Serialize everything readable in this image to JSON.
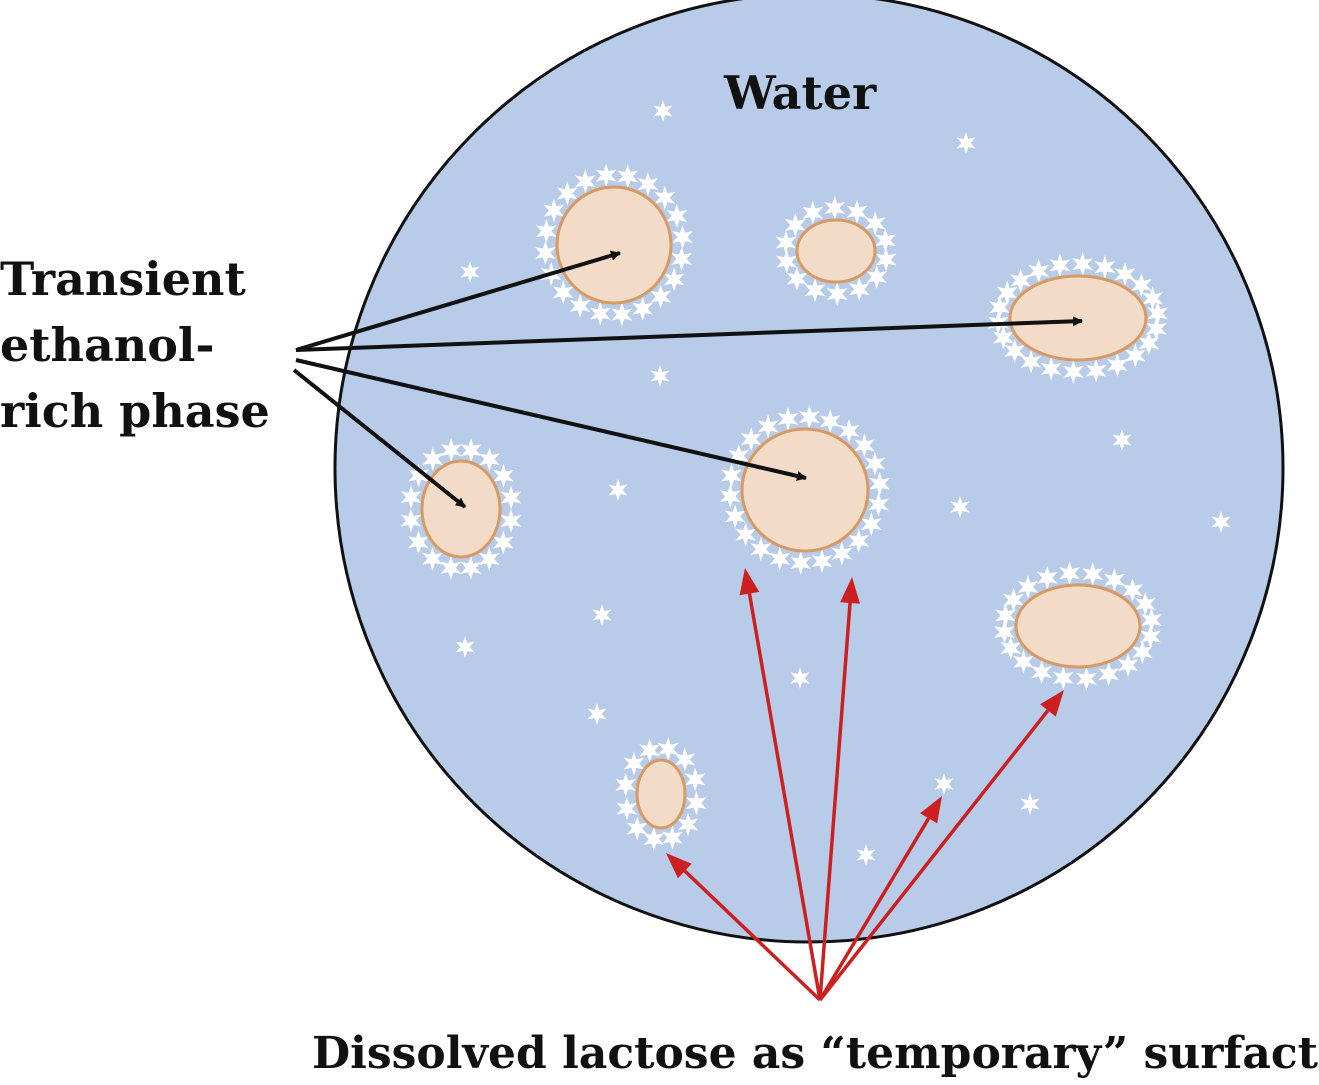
{
  "diagram": {
    "water_label": "Water",
    "ethanol_label": [
      "Transient",
      "ethanol-",
      "rich phase"
    ],
    "lactose_label": "Dissolved lactose as “temporary” surfactant"
  },
  "colors": {
    "water_fill": "#b8cbe8",
    "outline": "#111111",
    "droplet_fill": "#f2dcc8",
    "droplet_stroke": "#d79a64",
    "lactose_star": "#ffffff",
    "black_arrow": "#111111",
    "red_arrow": "#cc2020"
  },
  "icons": {
    "lactose_molecule": "white-star-icon",
    "ethanol_droplet": "ellipse-droplet"
  }
}
